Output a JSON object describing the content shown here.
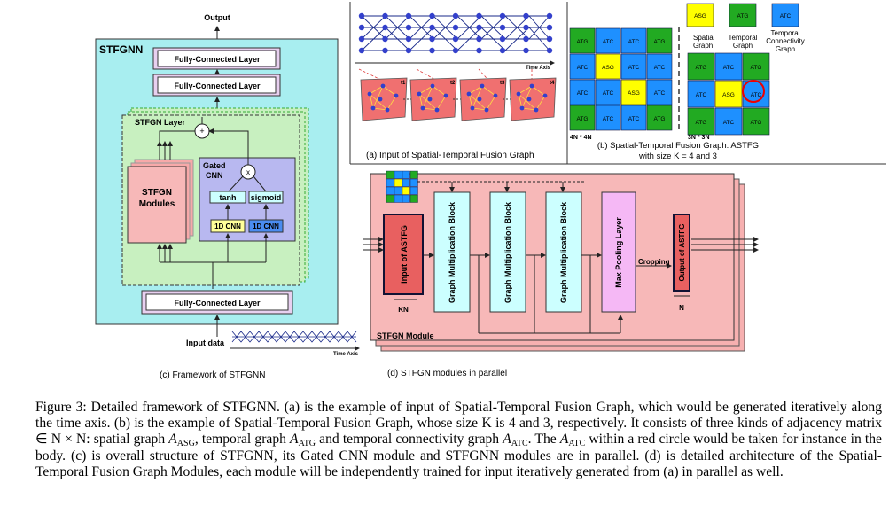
{
  "panel_c": {
    "output": "Output",
    "title": "STFGNN",
    "fc_top1": "Fully-Connected Layer",
    "fc_top2": "Fully-Connected Layer",
    "stfgn_layer": "STFGN Layer",
    "stfgn_modules_1": "STFGN",
    "stfgn_modules_2": "Modules",
    "gated_1": "Gated",
    "gated_2": "CNN",
    "tanh": "tanh",
    "sigmoid": "sigmoid",
    "cnn1": "1D CNN",
    "cnn2": "1D CNN",
    "fc_bottom": "Fully-Connected Layer",
    "input_data": "Input data",
    "time_axis": "Time Axis",
    "caption": "(c) Framework of STFGNN"
  },
  "panel_a": {
    "time_axis": "Time Axis",
    "t_labels": [
      "t1",
      "t2",
      "t3",
      "t4"
    ],
    "caption": "(a) Input of Spatial-Temporal Fusion Graph"
  },
  "panel_b": {
    "legend": [
      {
        "label": "ASG",
        "color": "#ffff00",
        "name": "Spatial Graph"
      },
      {
        "label": "ATG",
        "color": "#22aa22",
        "name": "Temporal Graph"
      },
      {
        "label": "ATC",
        "color": "#1e90ff",
        "name": "Temporal Connectivity Graph"
      }
    ],
    "legend_text_1": [
      "Spatial",
      "Graph"
    ],
    "legend_text_2": [
      "Temporal",
      "Graph"
    ],
    "legend_text_3": [
      "Temporal",
      "Connectivity",
      "Graph"
    ],
    "grid4_label": "4N * 4N",
    "grid3_label": "3N * 3N",
    "caption_1": "(b) Spatial-Temporal Fusion Graph: ASTFG",
    "caption_2": "with size K = 4 and 3"
  },
  "panel_d": {
    "input": "Input of ASTFG",
    "kn": "KN",
    "gmb1": "Graph Multiplication Block",
    "gmb2": "Graph Multiplication Block",
    "gmb3": "Graph Multiplication Block",
    "maxpool": "Max Pooling Layer",
    "cropping": "Cropping",
    "output": "Output of ASTFG",
    "n": "N",
    "module": "STFGN Module",
    "caption": "(d) STFGN modules in parallel"
  },
  "caption": {
    "p1": "Figure 3: Detailed framework of STFGNN. (a) is the example of input of Spatial-Temporal Fusion Graph, which would be generated iteratively along the time axis. (b) is the example of Spatial-Temporal Fusion Graph, whose size K is 4 and 3, respectively. It consists of three kinds of adjacency matrix ∈ N × N: spatial graph ",
    "asg": "ASG",
    "p2": ", temporal graph ",
    "atg": "ATG",
    "p3": " and temporal connectivity graph ",
    "atc": "ATC",
    "p4": ". The ",
    "atc2": "ATC",
    "p5": " within a red circle would be taken for instance in the body. (c) is overall structure of STFGNN, its Gated CNN module and STFGNN modules are in parallel. (d) is detailed architecture of the Spatial-Temporal Fusion Graph Modules, each module will be independently trained for input iteratively generated from (a) in parallel as well."
  }
}
